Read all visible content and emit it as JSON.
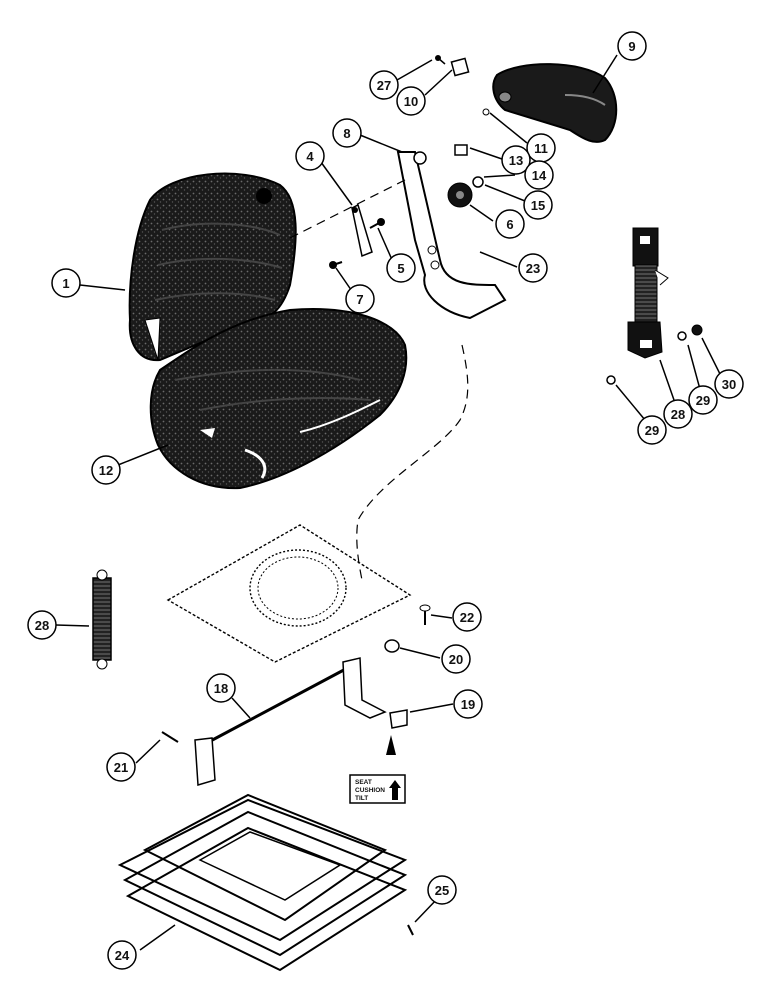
{
  "diagram": {
    "callouts": [
      {
        "id": "c1",
        "label": "1"
      },
      {
        "id": "c4",
        "label": "4"
      },
      {
        "id": "c5",
        "label": "5"
      },
      {
        "id": "c6",
        "label": "6"
      },
      {
        "id": "c7",
        "label": "7"
      },
      {
        "id": "c8",
        "label": "8"
      },
      {
        "id": "c9",
        "label": "9"
      },
      {
        "id": "c10",
        "label": "10"
      },
      {
        "id": "c11",
        "label": "11"
      },
      {
        "id": "c12",
        "label": "12"
      },
      {
        "id": "c13",
        "label": "13"
      },
      {
        "id": "c14",
        "label": "14"
      },
      {
        "id": "c15",
        "label": "15"
      },
      {
        "id": "c18",
        "label": "18"
      },
      {
        "id": "c19",
        "label": "19"
      },
      {
        "id": "c20",
        "label": "20"
      },
      {
        "id": "c21",
        "label": "21"
      },
      {
        "id": "c22",
        "label": "22"
      },
      {
        "id": "c23",
        "label": "23"
      },
      {
        "id": "c24",
        "label": "24"
      },
      {
        "id": "c25",
        "label": "25"
      },
      {
        "id": "c27",
        "label": "27"
      },
      {
        "id": "c28a",
        "label": "28"
      },
      {
        "id": "c28b",
        "label": "28"
      },
      {
        "id": "c29a",
        "label": "29"
      },
      {
        "id": "c29b",
        "label": "29"
      },
      {
        "id": "c30",
        "label": "30"
      }
    ],
    "decal": {
      "line1": "SEAT",
      "line2": "CUSHION",
      "line3": "TILT"
    }
  }
}
